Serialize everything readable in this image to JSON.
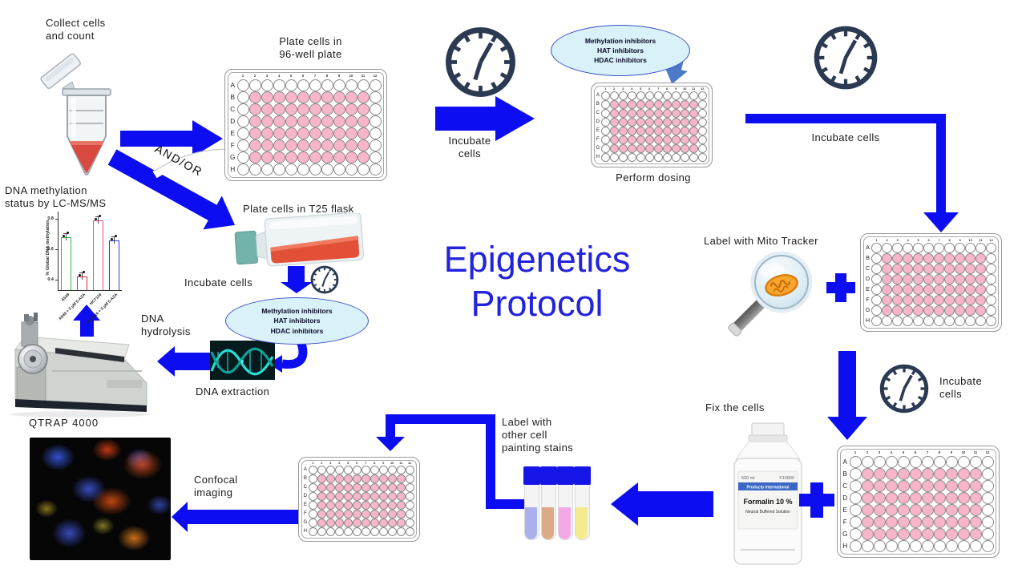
{
  "diagram_title": {
    "line1": "Epigenetics",
    "line2": "Protocol"
  },
  "labels": {
    "collect": [
      "Collect cells",
      "and count"
    ],
    "plate96": [
      "Plate cells in",
      "96-well plate"
    ],
    "incubate_1": [
      "Incubate",
      "cells"
    ],
    "perform_dosing": "Perform dosing",
    "incubate_2": "Incubate cells",
    "mito": "Label with Mito Tracker",
    "incubate_3": [
      "Incubate",
      "cells"
    ],
    "fix": "Fix the cells",
    "stains": [
      "Label with",
      "other cell",
      "painting stains"
    ],
    "confocal": [
      "Confocal",
      "imaging"
    ],
    "qtrap": "QTRAP 4000",
    "hydrolysis": [
      "DNA",
      "hydrolysis"
    ],
    "extraction": "DNA extraction",
    "t25": "Plate cells in T25 flask",
    "incubate_flask": "Incubate cells",
    "and_or": "AND/OR",
    "methylation_title": [
      "DNA methylation",
      "status by LC-MS/MS"
    ]
  },
  "bubble": {
    "lines": [
      "Methylation inhibitors",
      "HAT inhibitors",
      "HDAC inhibitors"
    ]
  },
  "plate": {
    "row_labels": [
      "A",
      "B",
      "C",
      "D",
      "E",
      "F",
      "G",
      "H"
    ],
    "col_labels": [
      "1",
      "2",
      "3",
      "4",
      "5",
      "6",
      "7",
      "8",
      "9",
      "10",
      "11",
      "12"
    ],
    "filled_row_start": 1,
    "filled_row_end": 6,
    "filled_col_start": 1,
    "filled_col_end": 10,
    "well_fill": "#f9b6ca"
  },
  "bottle": {
    "volume": "500 ml",
    "code": "F10800",
    "band": "Products International",
    "name": "Formalin 10 %",
    "subtitle": "Neutral Buffered Solution"
  },
  "chart_data": {
    "type": "bar",
    "title": "DNA methylation status by LC-MS/MS",
    "ylabel": "% Global DNA methylation",
    "categories": [
      "A549",
      "A549 + 5 µM 5-AZA",
      "HCT116",
      "HCT116 + 5 µM 5-AZA"
    ],
    "values": [
      0.68,
      0.42,
      0.79,
      0.66
    ],
    "bar_colors": [
      "#2fb53c",
      "#e8262a",
      "#f54d8a",
      "#2f3bd9"
    ],
    "yticks": [
      "0.4",
      "0.6",
      "0.8"
    ],
    "ylim": [
      0.33,
      0.85
    ],
    "grid": false,
    "legend": "none"
  },
  "colors": {
    "arrow": "#0d0df2",
    "accent_arrow": "#4a7ac8",
    "title": "#2323de",
    "clock": "#2b3a52",
    "bubble_fill": "#d9f1f8",
    "well_pink": "#f9b6ca"
  }
}
